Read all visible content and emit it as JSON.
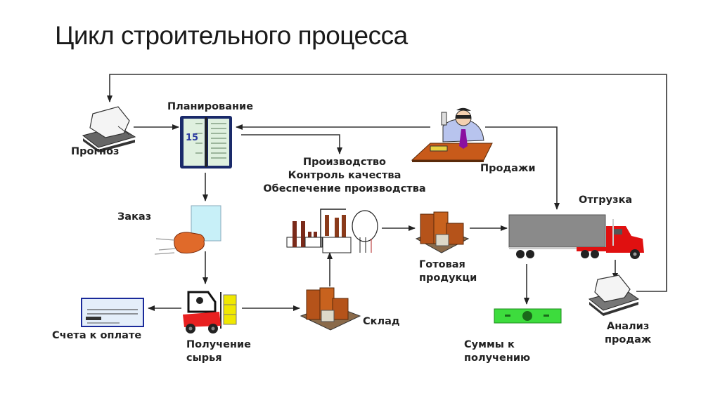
{
  "title": "Цикл строительного процесса",
  "nodes": {
    "forecast": "Прогноз",
    "planning": "Планирование",
    "production": [
      "Производство",
      "Контроль качества",
      "Обеспечение производства"
    ],
    "sales": "Продажи",
    "order": "Заказ",
    "shipping": "Отгрузка",
    "finished_goods": [
      "Готовая",
      "продукци"
    ],
    "warehouse": "Склад",
    "invoices": "Счета к оплате",
    "raw_materials": [
      "Получение",
      "сырья"
    ],
    "receivables": [
      "Суммы к",
      "получению"
    ],
    "sales_analysis": [
      "Анализ",
      "продаж"
    ]
  },
  "planner_day": "15",
  "colors": {
    "line": "#333333",
    "truck_cab": "#e01010",
    "truck_trailer": "#8a8a8a",
    "goods": "#b5531a",
    "money": "#3ddc3d",
    "order_sheet": "#c8f0f8",
    "forklift": "#e82020",
    "crates": "#f0e800",
    "planner": "#1a2a6a"
  }
}
